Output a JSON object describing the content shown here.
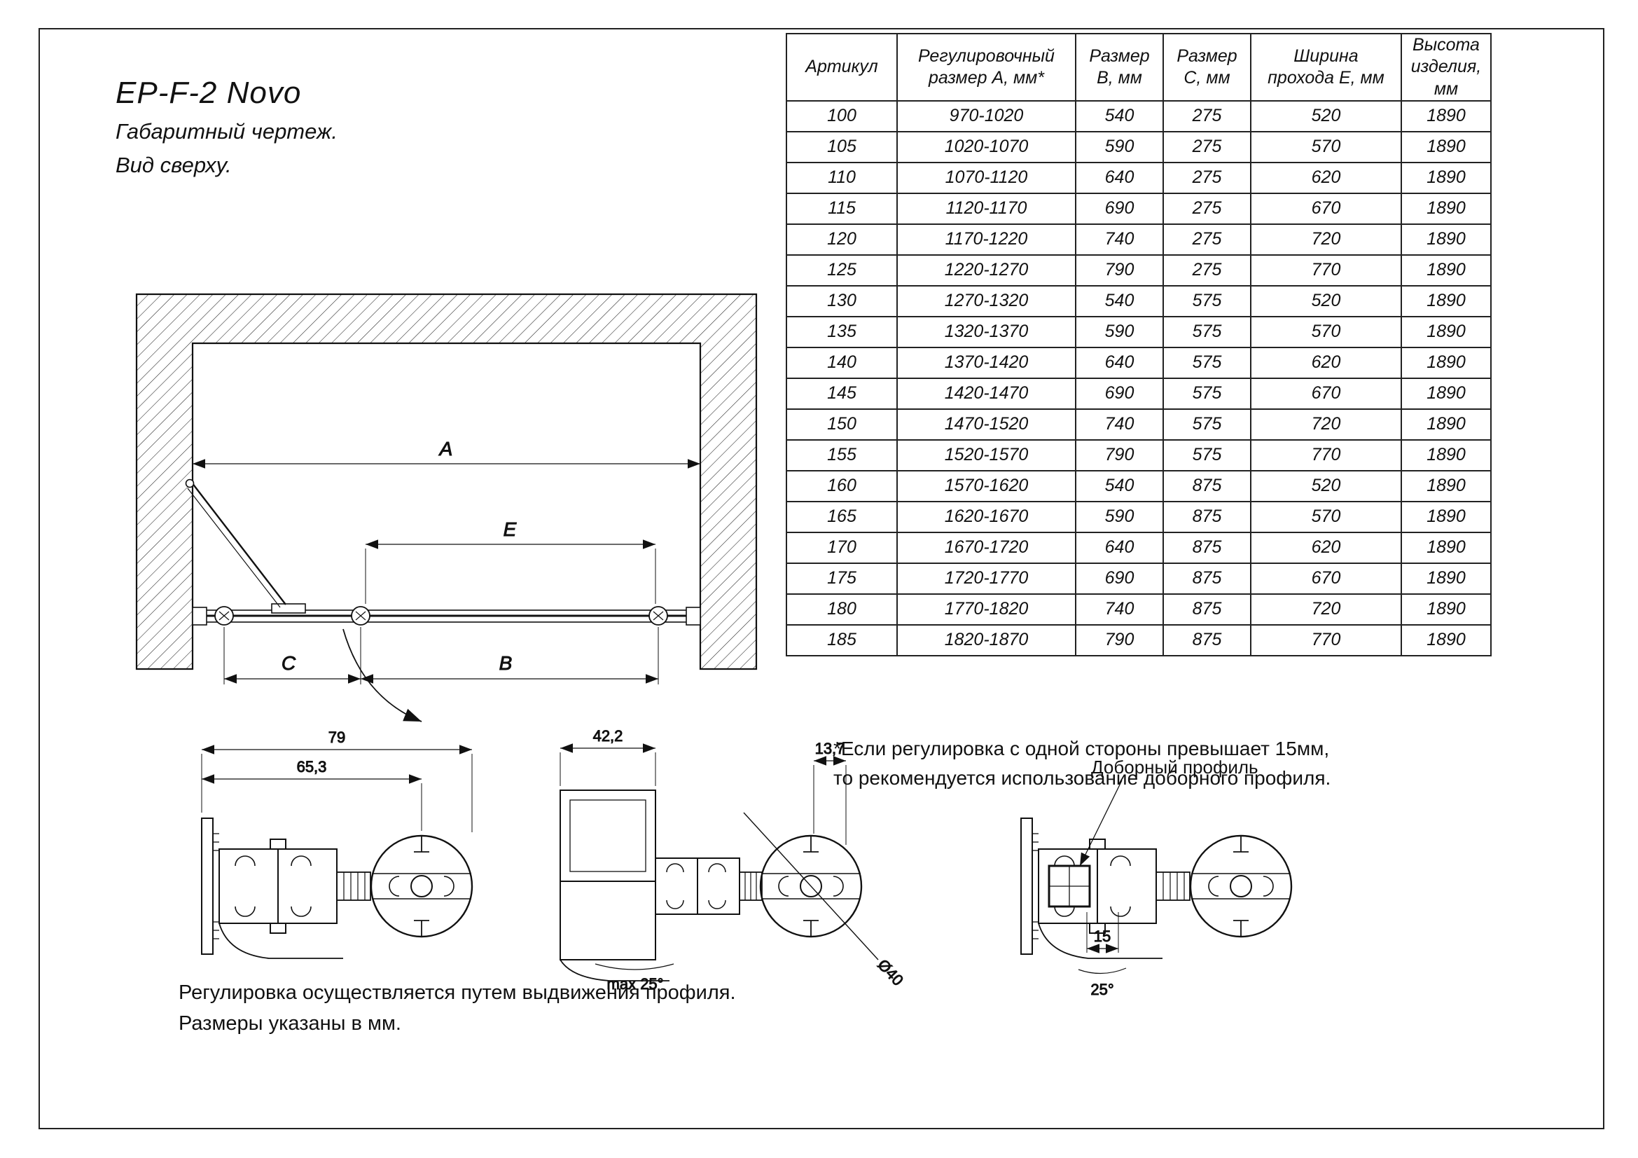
{
  "colors": {
    "ink": "#111111",
    "paper": "#ffffff"
  },
  "title": {
    "name": "EP-F-2 Novo",
    "line2": "Габаритный чертеж.",
    "line3": "Вид сверху."
  },
  "top_view": {
    "labels": {
      "a": "A",
      "b": "B",
      "c": "C",
      "e": "E"
    }
  },
  "details": {
    "d1": {
      "dim_outer": "79",
      "dim_inner": "65,3"
    },
    "d2": {
      "dim_width": "42,2",
      "dim_gap": "13,7",
      "dim_diameter": "Ø40",
      "angle_note": "max 25°"
    },
    "d3": {
      "label": "Доборный профиль",
      "dim_offset": "15",
      "dim_angle": "25°"
    }
  },
  "footer": {
    "line1": "Регулировка осуществляется путем выдвижения профиля.",
    "line2": "Размеры указаны в мм."
  },
  "table": {
    "headers": [
      "Артикул",
      "Регулировочный\nразмер А, мм*",
      "Размер\nВ, мм",
      "Размер\nС, мм",
      "Ширина\nпрохода Е, мм",
      "Высота\nизделия,\nмм"
    ],
    "rows": [
      [
        "100",
        "970-1020",
        "540",
        "275",
        "520",
        "1890"
      ],
      [
        "105",
        "1020-1070",
        "590",
        "275",
        "570",
        "1890"
      ],
      [
        "110",
        "1070-1120",
        "640",
        "275",
        "620",
        "1890"
      ],
      [
        "115",
        "1120-1170",
        "690",
        "275",
        "670",
        "1890"
      ],
      [
        "120",
        "1170-1220",
        "740",
        "275",
        "720",
        "1890"
      ],
      [
        "125",
        "1220-1270",
        "790",
        "275",
        "770",
        "1890"
      ],
      [
        "130",
        "1270-1320",
        "540",
        "575",
        "520",
        "1890"
      ],
      [
        "135",
        "1320-1370",
        "590",
        "575",
        "570",
        "1890"
      ],
      [
        "140",
        "1370-1420",
        "640",
        "575",
        "620",
        "1890"
      ],
      [
        "145",
        "1420-1470",
        "690",
        "575",
        "670",
        "1890"
      ],
      [
        "150",
        "1470-1520",
        "740",
        "575",
        "720",
        "1890"
      ],
      [
        "155",
        "1520-1570",
        "790",
        "575",
        "770",
        "1890"
      ],
      [
        "160",
        "1570-1620",
        "540",
        "875",
        "520",
        "1890"
      ],
      [
        "165",
        "1620-1670",
        "590",
        "875",
        "570",
        "1890"
      ],
      [
        "170",
        "1670-1720",
        "640",
        "875",
        "620",
        "1890"
      ],
      [
        "175",
        "1720-1770",
        "690",
        "875",
        "670",
        "1890"
      ],
      [
        "180",
        "1770-1820",
        "740",
        "875",
        "720",
        "1890"
      ],
      [
        "185",
        "1820-1870",
        "790",
        "875",
        "770",
        "1890"
      ]
    ],
    "note_line1": "*Если регулировка с одной стороны превышает 15мм,",
    "note_line2": "то рекомендуется использование доборного профиля."
  }
}
